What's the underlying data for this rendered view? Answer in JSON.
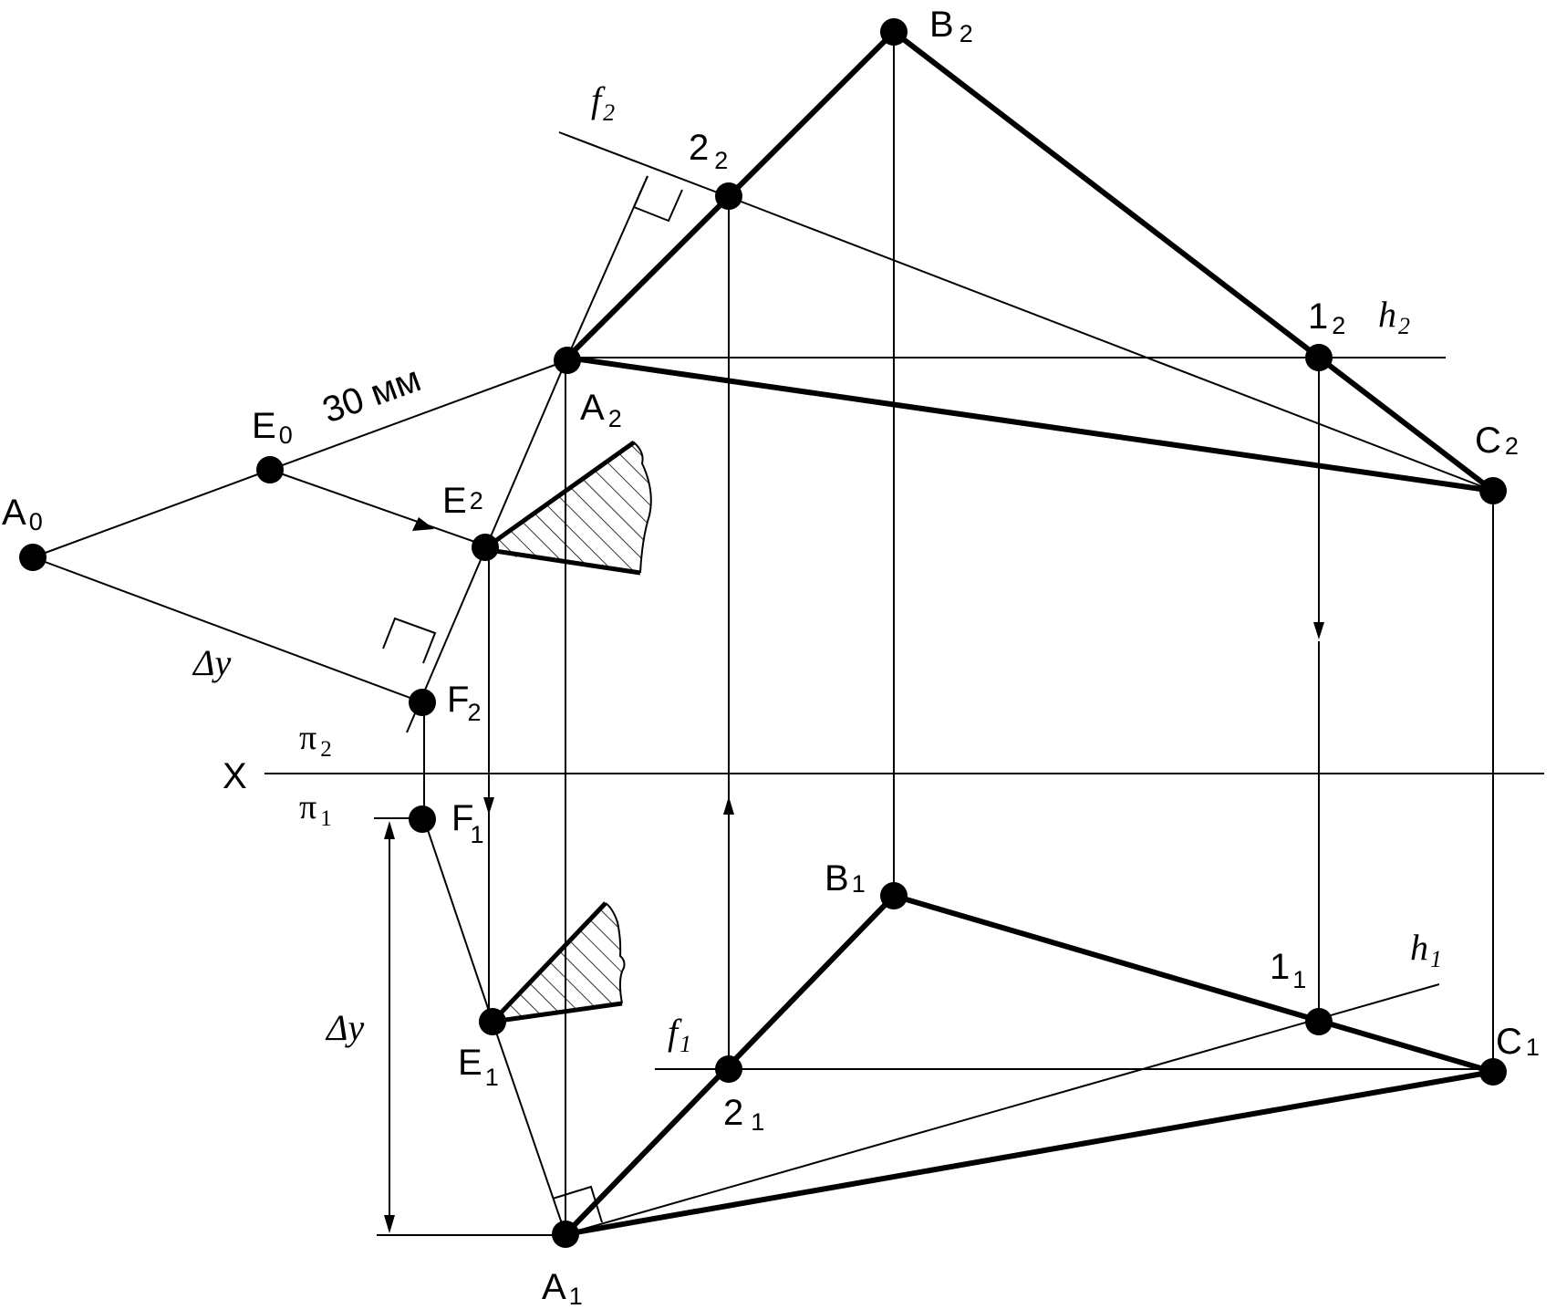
{
  "labels": {
    "A0": {
      "main": "A",
      "sub": "0"
    },
    "E0": {
      "main": "E",
      "sub": "0"
    },
    "A2": {
      "main": "A",
      "sub": "2"
    },
    "B2": {
      "main": "B",
      "sub": "2"
    },
    "C2": {
      "main": "C",
      "sub": "2"
    },
    "E2": {
      "main": "E",
      "sub": "2"
    },
    "F2": {
      "main": "F",
      "sub": "2"
    },
    "pt22": {
      "main": "2",
      "sub": "2"
    },
    "pt12": {
      "main": "1",
      "sub": "2"
    },
    "A1": {
      "main": "A",
      "sub": "1"
    },
    "B1": {
      "main": "B",
      "sub": "1"
    },
    "C1": {
      "main": "C",
      "sub": "1"
    },
    "E1": {
      "main": "E",
      "sub": "1"
    },
    "F1": {
      "main": "F",
      "sub": "1"
    },
    "pt21": {
      "main": "2",
      "sub": "1"
    },
    "pt11": {
      "main": "1",
      "sub": "1"
    }
  },
  "lines": {
    "f2": {
      "main": "f",
      "sub": "2"
    },
    "h2": {
      "main": "h",
      "sub": "2"
    },
    "f1": {
      "main": "f",
      "sub": "1"
    },
    "h1": {
      "main": "h",
      "sub": "1"
    }
  },
  "planes": {
    "pi2": {
      "main": "π",
      "sub": "2"
    },
    "pi1": {
      "main": "π",
      "sub": "1"
    }
  },
  "axis_label": "X",
  "dimension_label": "30 мм",
  "delta_label": "Δy"
}
